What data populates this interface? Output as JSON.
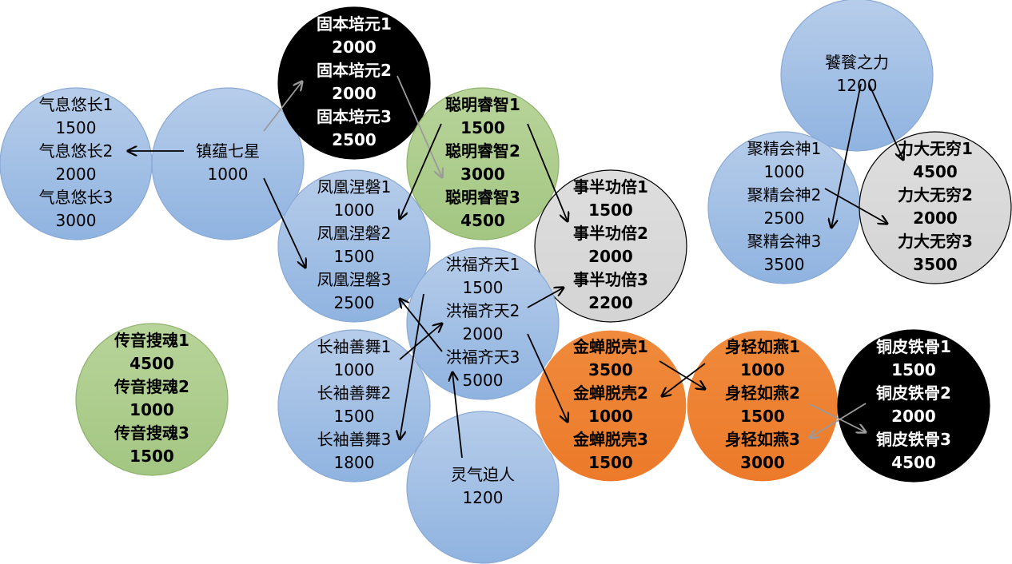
{
  "nodes": [
    {
      "id": "qixi",
      "style": "blue",
      "lines": [
        "气息悠长1",
        "1500",
        "气息悠长2",
        "2000",
        "气息悠长3",
        "3000"
      ]
    },
    {
      "id": "zhenyun",
      "style": "blue",
      "lines": [
        "镇蕴七星",
        "1000"
      ]
    },
    {
      "id": "guben",
      "style": "black",
      "lines": [
        "固本培元1",
        "2000",
        "固本培元2",
        "2000",
        "固本培元3",
        "2500"
      ]
    },
    {
      "id": "congming",
      "style": "green",
      "lines": [
        "聪明睿智1",
        "1500",
        "聪明睿智2",
        "3000",
        "聪明睿智3",
        "4500"
      ]
    },
    {
      "id": "fenghuang",
      "style": "blue",
      "lines": [
        "凤凰涅磐1",
        "1000",
        "凤凰涅磐2",
        "1500",
        "凤凰涅磐3",
        "2500"
      ]
    },
    {
      "id": "shiban",
      "style": "grey",
      "lines": [
        "事半功倍1",
        "1500",
        "事半功倍2",
        "2000",
        "事半功倍3",
        "2200"
      ]
    },
    {
      "id": "hongfu",
      "style": "blue",
      "lines": [
        "洪福齐天1",
        "1500",
        "洪福齐天2",
        "2000",
        "洪福齐天3",
        "5000"
      ]
    },
    {
      "id": "changxiu",
      "style": "blue",
      "lines": [
        "长袖善舞1",
        "1000",
        "长袖善舞2",
        "1500",
        "长袖善舞3",
        "1800"
      ]
    },
    {
      "id": "chuanyin",
      "style": "green",
      "lines": [
        "传音搜魂1",
        "4500",
        "传音搜魂2",
        "1000",
        "传音搜魂3",
        "1500"
      ]
    },
    {
      "id": "lingqi",
      "style": "blue",
      "lines": [
        "灵气迫人",
        "1200"
      ]
    },
    {
      "id": "jinchan",
      "style": "orange",
      "lines": [
        "金蝉脱壳1",
        "3500",
        "金蝉脱壳2",
        "1000",
        "金蝉脱壳3",
        "1500"
      ]
    },
    {
      "id": "shenqing",
      "style": "orange",
      "lines": [
        "身轻如燕1",
        "1000",
        "身轻如燕2",
        "1500",
        "身轻如燕3",
        "3000"
      ]
    },
    {
      "id": "tongpi",
      "style": "black",
      "lines": [
        "铜皮铁骨1",
        "1500",
        "铜皮铁骨2",
        "2000",
        "铜皮铁骨3",
        "4500"
      ]
    },
    {
      "id": "taotie",
      "style": "blue",
      "lines": [
        "饕餮之力",
        "1200"
      ]
    },
    {
      "id": "jujing",
      "style": "blue",
      "lines": [
        "聚精会神1",
        "1000",
        "聚精会神2",
        "2500",
        "聚精会神3",
        "3500"
      ]
    },
    {
      "id": "lida",
      "style": "grey",
      "lines": [
        "力大无穷1",
        "4500",
        "力大无穷2",
        "2000",
        "力大无穷3",
        "3500"
      ]
    }
  ],
  "edges": [
    {
      "from": "zhenyun",
      "to": "qixi",
      "color": "#000000"
    },
    {
      "from": "zhenyun",
      "to": "guben",
      "color": "#9a9a9a"
    },
    {
      "from": "zhenyun",
      "to": "fenghuang",
      "color": "#000000"
    },
    {
      "from": "guben",
      "to": "congming",
      "color": "#9a9a9a"
    },
    {
      "from": "congming",
      "to": "fenghuang",
      "color": "#000000"
    },
    {
      "from": "congming",
      "to": "shiban",
      "color": "#000000"
    },
    {
      "from": "hongfu",
      "to": "shiban",
      "color": "#000000"
    },
    {
      "from": "hongfu",
      "to": "fenghuang",
      "color": "#000000"
    },
    {
      "from": "hongfu",
      "to": "changxiu",
      "color": "#000000"
    },
    {
      "from": "changxiu",
      "to": "hongfu",
      "color": "#000000"
    },
    {
      "from": "lingqi",
      "to": "hongfu",
      "color": "#000000"
    },
    {
      "from": "hongfu",
      "to": "jinchan",
      "color": "#000000"
    },
    {
      "from": "jinchan",
      "to": "shenqing",
      "color": "#000000"
    },
    {
      "from": "shenqing",
      "to": "jinchan",
      "color": "#000000"
    },
    {
      "from": "tongpi",
      "to": "shenqing",
      "color": "#9a9a9a"
    },
    {
      "from": "shenqing",
      "to": "tongpi",
      "color": "#9a9a9a"
    },
    {
      "from": "taotie",
      "to": "jujing",
      "color": "#000000"
    },
    {
      "from": "taotie",
      "to": "lida",
      "color": "#000000"
    },
    {
      "from": "jujing",
      "to": "lida",
      "color": "#000000"
    }
  ],
  "styles": {
    "blue": {
      "fill_top": "#b7cdea",
      "fill_bottom": "#8fb3e0",
      "stroke": "#8aa9d4",
      "text": "#000000",
      "bold": false
    },
    "green": {
      "fill_top": "#b8d49a",
      "fill_bottom": "#a3c682",
      "stroke": "#8fb26c",
      "text": "#000000",
      "bold": true
    },
    "grey": {
      "fill_top": "#dedede",
      "fill_bottom": "#d4d4d4",
      "stroke": "#000000",
      "text": "#000000",
      "bold": true
    },
    "orange": {
      "fill_top": "#f08a3c",
      "fill_bottom": "#ec7a2a",
      "stroke": "#ffffff",
      "text": "#000000",
      "bold": true
    },
    "black": {
      "fill_top": "#000000",
      "fill_bottom": "#000000",
      "stroke": "#000000",
      "text": "#ffffff",
      "bold": true
    }
  }
}
